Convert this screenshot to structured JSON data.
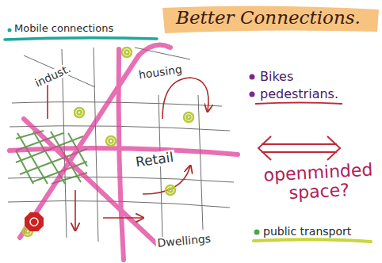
{
  "diagram": {
    "title": "Better Connections.",
    "labels": [
      "Mobile connections",
      "indust.",
      "housing",
      "Retail",
      "Dwellings",
      "Bikes",
      "pedestrians.",
      "openminded space?",
      "public transport"
    ]
  }
}
